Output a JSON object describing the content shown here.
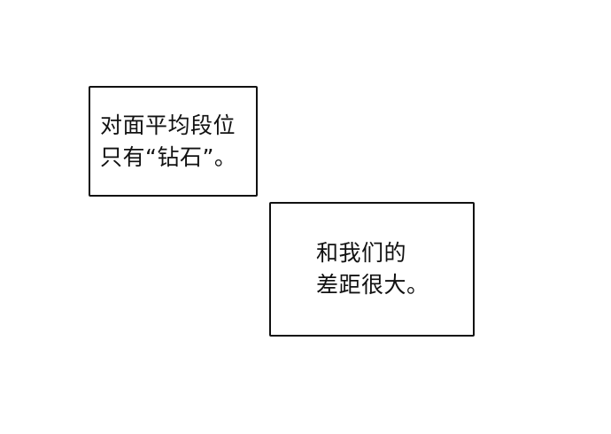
{
  "captions": [
    {
      "lines": [
        "对面平均段位",
        "只有“钻石”。"
      ]
    },
    {
      "lines": [
        "和我们的",
        "差距很大。"
      ]
    }
  ],
  "colors": {
    "background": "#ffffff",
    "border": "#111111",
    "text": "#111111"
  }
}
